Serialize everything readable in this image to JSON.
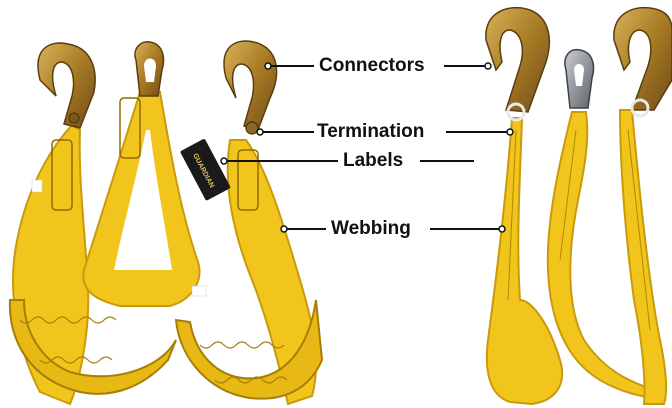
{
  "labels": {
    "connectors": "Connectors",
    "termination": "Termination",
    "labels": "Labels",
    "webbing": "Webbing"
  },
  "brand_text": "GUARDIAN",
  "colors": {
    "webbing_yellow": "#f2c51c",
    "webbing_shadow": "#c99a0c",
    "hook_gold": "#b88a2e",
    "hook_dark": "#6e4c17",
    "snap_silver": "#8e949a",
    "label_black": "#1a1a1a",
    "leader_line": "#111111"
  }
}
